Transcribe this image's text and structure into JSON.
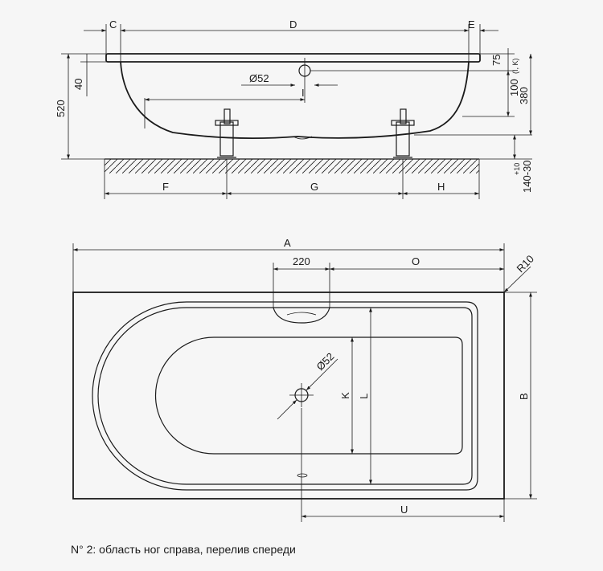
{
  "side_view": {
    "labels": {
      "c": "C",
      "d": "D",
      "e": "E",
      "f": "F",
      "g": "G",
      "h": "H",
      "i": "I",
      "h520": "520",
      "h40": "40",
      "h75": "75",
      "h100": "100",
      "h100_note": "(I, K)",
      "h380": "380",
      "legs_top": "+10",
      "legs_range": "140-30",
      "drain": "Ø52"
    }
  },
  "top_view": {
    "labels": {
      "a": "A",
      "b": "B",
      "o": "O",
      "u": "U",
      "k": "K",
      "l": "L",
      "w220": "220",
      "r10": "R10",
      "drain": "Ø52"
    }
  },
  "caption": "N° 2: область ног справа, перелив спереди"
}
